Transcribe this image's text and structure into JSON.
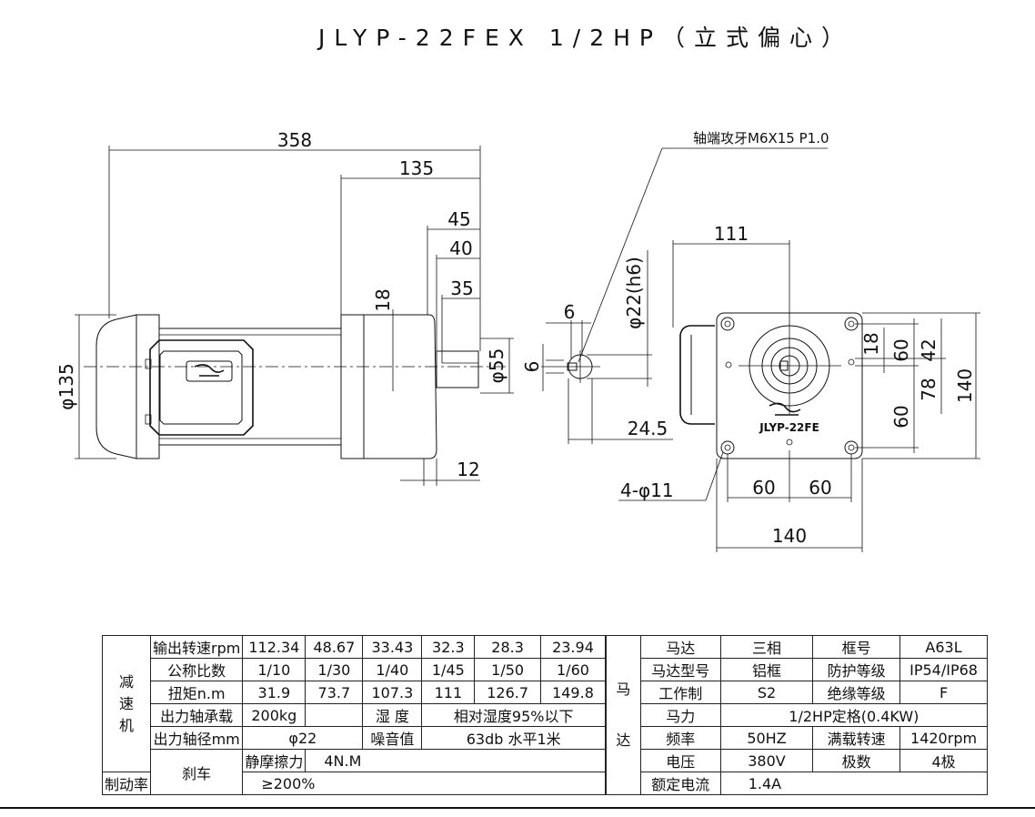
{
  "title": "JLYP-22FEX 1/2HP（立式偏心）",
  "drawing": {
    "side_view": {
      "dims": [
        "358",
        "135",
        "45",
        "40",
        "35",
        "18",
        "φ55",
        "φ135",
        "12"
      ]
    },
    "shaft_view": {
      "dims": [
        "6",
        "6",
        "φ22(h6)",
        "24.5"
      ],
      "callout": "轴端攻牙M6X15 P1.0"
    },
    "front_view": {
      "dims": [
        "111",
        "18",
        "60",
        "42",
        "78",
        "60",
        "140",
        "60",
        "60",
        "140"
      ],
      "hole_callout": "4-φ11",
      "model_label": "JLYP-22FE"
    }
  },
  "left_table": {
    "group_reducer": "减速机",
    "group_brake": "刹车",
    "rows": [
      [
        "输出转速rpm",
        "112.34",
        "48.67",
        "33.43",
        "32.3",
        "28.3",
        "23.94"
      ],
      [
        "公称比数",
        "1/10",
        "1/30",
        "1/40",
        "1/45",
        "1/50",
        "1/60"
      ],
      [
        "扭矩n.m",
        "31.9",
        "73.7",
        "107.3",
        "111",
        "126.7",
        "149.8"
      ]
    ],
    "load": {
      "label": "出力轴承载",
      "value": "200kg",
      "hum_label": "湿 度",
      "hum_value": "相对湿度95%以下"
    },
    "shaft": {
      "label": "出力轴径mm",
      "value": "φ22",
      "noise_label": "噪音值",
      "noise_value": "63db 水平1米"
    },
    "brake": [
      {
        "label": "静摩擦力",
        "value": "4N.M"
      },
      {
        "label": "制动率",
        "value": "≥200%"
      }
    ]
  },
  "right_table": {
    "group": [
      "马",
      "达"
    ],
    "rows": [
      [
        "马达",
        "三相",
        "框号",
        "A63L"
      ],
      [
        "马达型号",
        "铝框",
        "防护等级",
        "IP54/IP68"
      ],
      [
        "工作制",
        "S2",
        "绝缘等级",
        "F"
      ],
      [
        "频率",
        "50HZ",
        "满载转速",
        "1420rpm"
      ],
      [
        "电压",
        "380V",
        "极数",
        "4极"
      ]
    ],
    "power": {
      "label": "马力",
      "value": "1/2HP定格(0.4KW)"
    },
    "current": {
      "label": "额定电流",
      "value": "1.4A"
    }
  }
}
